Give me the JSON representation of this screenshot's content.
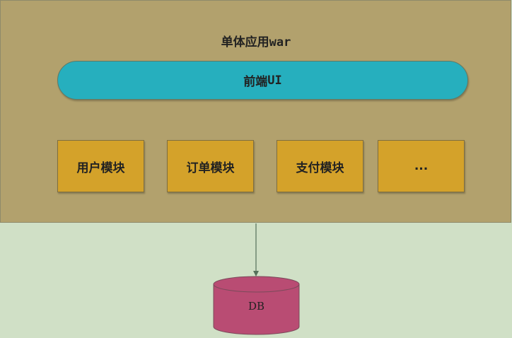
{
  "diagram": {
    "container_title_cn": "单体应用",
    "container_title_suffix": "war",
    "frontend_cn": "前端",
    "frontend_suffix": "UI",
    "modules": [
      "用户模块",
      "订单模块",
      "支付模块",
      "..."
    ],
    "database_label": "DB"
  },
  "colors": {
    "background": "#d0e0c6",
    "container": "#b2a16d",
    "frontend": "#26afbe",
    "module": "#d4a22a",
    "database": "#b94c73",
    "arrow": "#55705a"
  }
}
